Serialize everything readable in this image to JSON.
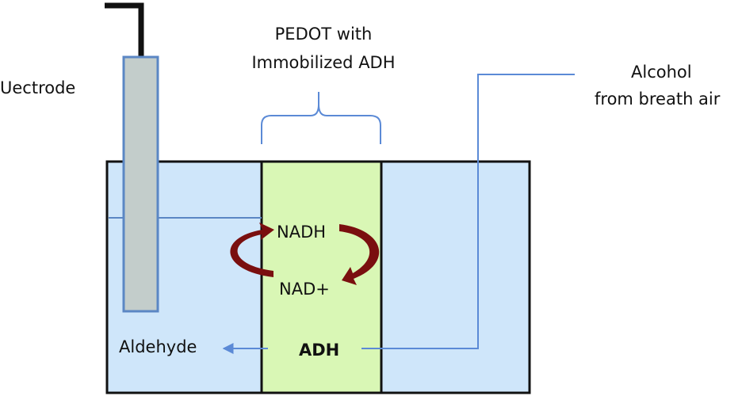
{
  "labels": {
    "electrode": "Uectrode",
    "pedot_line1": "PEDOT with",
    "pedot_line2": "Immobilized ADH",
    "alcohol_line1": "Alcohol",
    "alcohol_line2": "from breath air",
    "nadh": "NADH",
    "nad_plus": "NAD+",
    "adh": "ADH",
    "aldehyde": "Aldehyde"
  },
  "colors": {
    "solution_fill": "#cfe6fa",
    "pedot_fill": "#d9f7b5",
    "electrode_fill": "#c3cdcb",
    "electrode_border": "#5b87c4",
    "blue_line": "#5b8ad6",
    "cycle_arrow": "#7a0f0f",
    "outline": "#111111"
  }
}
